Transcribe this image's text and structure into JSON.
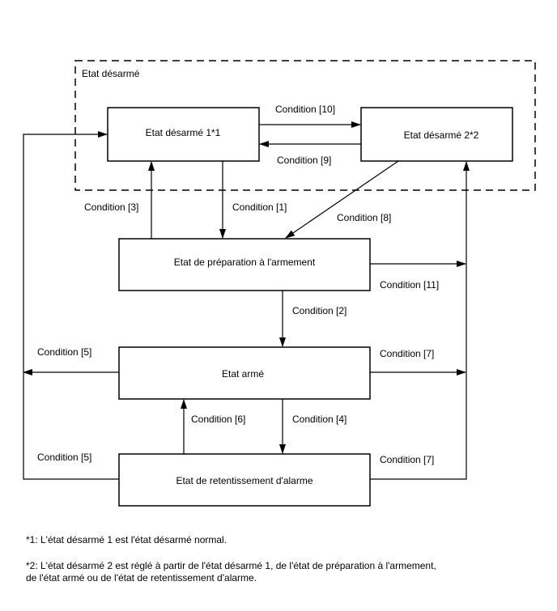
{
  "group": {
    "label": "Etat désarmé"
  },
  "states": {
    "disarmed1": "Etat désarmé 1*1",
    "disarmed2": "Etat désarmé 2*2",
    "preparation": "Etat de préparation à l'armement",
    "armed": "Etat armé",
    "alarm": "Etat de retentissement d'alarme"
  },
  "conditions": {
    "c1": "Condition [1]",
    "c2": "Condition [2]",
    "c3": "Condition [3]",
    "c4": "Condition [4]",
    "c5": "Condition [5]",
    "c6": "Condition [6]",
    "c7": "Condition [7]",
    "c8": "Condition [8]",
    "c9": "Condition [9]",
    "c10": "Condition [10]",
    "c11": "Condition [11]"
  },
  "footnotes": {
    "note1": "*1: L'état désarmé 1 est l'état désarmé normal.",
    "note2_line1": "*2: L'état désarmé 2 est réglé à partir de l'état désarmé 1, de l'état de préparation à l'armement,",
    "note2_line2": "de l'état armé ou de l'état de retentissement d'alarme."
  }
}
